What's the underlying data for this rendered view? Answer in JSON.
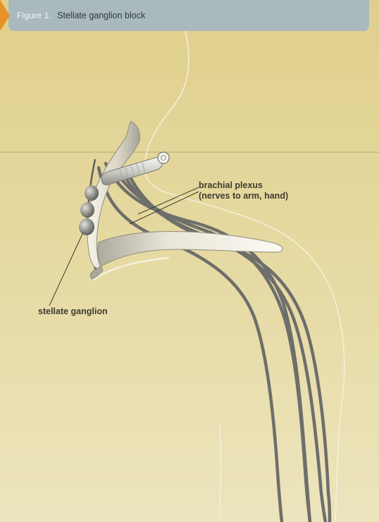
{
  "figure": {
    "label": "Figure 1:",
    "title": "Stellate ganglion block"
  },
  "labels": {
    "brachial_plexus_line1": "brachial plexus",
    "brachial_plexus_line2": "(nerves to arm, hand)",
    "stellate_ganglion": "stellate ganglion"
  },
  "colors": {
    "background": "#e4d69a",
    "header_bar": "#a9b9bd",
    "header_accent": "#e8922a",
    "nerve": "#6e6e6e",
    "body_outline": "#f4efd8"
  },
  "icons": [
    "needle-icon"
  ]
}
